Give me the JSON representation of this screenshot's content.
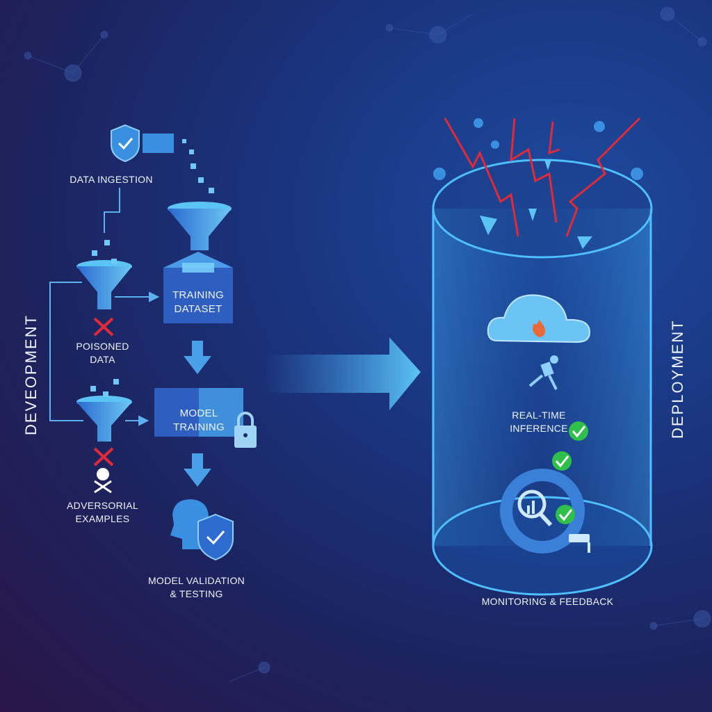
{
  "development": {
    "section_label": "DEVEOPMENT",
    "data_ingestion": "DATA INGESTION",
    "training_dataset": [
      "TRAINING",
      "DATASET"
    ],
    "poisoned_data": [
      "POISONED",
      "DATA"
    ],
    "model_training": "MODEL TRAINING",
    "adversarial_examples": [
      "ADVERSORIAL",
      "EXAMPLES"
    ],
    "model_validation": [
      "MODEL VALIDATION",
      "& TESTING"
    ]
  },
  "deployment": {
    "section_label": "DEPLOYMENT",
    "real_time_inference": [
      "REAL-TIME",
      "INFERENCE"
    ],
    "monitoring_feedback": "MONITORING & FEEDBACK"
  },
  "colors": {
    "accent": "#4fb3f0",
    "threat": "#e02a3a",
    "ok": "#2fbf4a"
  }
}
